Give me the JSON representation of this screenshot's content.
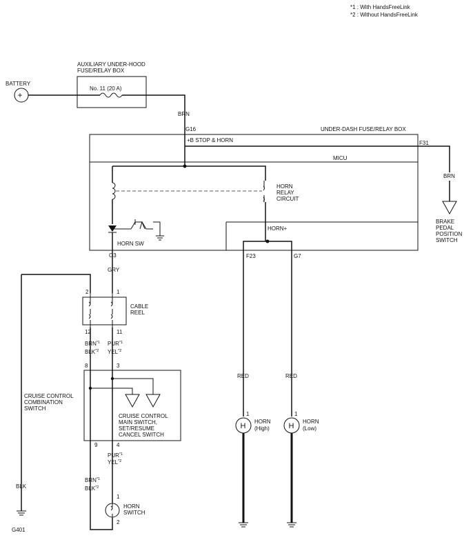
{
  "notes": {
    "note1": "*1 : With HandsFreeLink",
    "note2": "*2 : Without HandsFreeLink"
  },
  "battery": {
    "label": "BATTERY"
  },
  "aux_box": {
    "title1": "AUXILIARY UNDER-HOOD",
    "title2": "FUSE/RELAY BOX",
    "fuse": "No. 11 (20 A)"
  },
  "under_dash": {
    "title": "UNDER-DASH FUSE/RELAY BOX",
    "circuit": "+B STOP & HORN",
    "micu": "MICU",
    "relay1": "HORN",
    "relay2": "RELAY",
    "relay3": "CIRCUIT",
    "horn_plus": "HORN+",
    "horn_sw": "HORN SW"
  },
  "terminals": {
    "g16": "G16",
    "f31": "F31",
    "o3": "O3",
    "f23": "F23",
    "g7": "G7"
  },
  "wires": {
    "brn_battery": "BRN",
    "brn_brake": "BRN",
    "gry": "GRY",
    "red_high": "RED",
    "red_low": "RED",
    "blk_ground": "BLK",
    "brn1_a": "BRN",
    "blk2_a": "BLK",
    "pur1_a": "PUR",
    "yel2_a": "YEL",
    "pur1_b": "PUR",
    "yel2_b": "YEL",
    "brn1_b": "BRN",
    "blk2_b": "BLK",
    "sup1": "*1",
    "sup2": "*2"
  },
  "pins": {
    "p2": "2",
    "p1": "1",
    "p12": "12",
    "p11": "11",
    "p8": "8",
    "p3": "3",
    "p9": "9",
    "p4": "4",
    "hs1": "1",
    "hs2": "2",
    "hh1": "1",
    "hl1": "1"
  },
  "brake_switch": {
    "l1": "BRAKE",
    "l2": "PEDAL",
    "l3": "POSITION",
    "l4": "SWITCH"
  },
  "cable_reel": {
    "l1": "CABLE",
    "l2": "REEL"
  },
  "cruise_combo": {
    "l1": "CRUISE CONTROL",
    "l2": "COMBINATION",
    "l3": "SWITCH"
  },
  "cruise_main": {
    "l1": "CRUISE CONTROL",
    "l2": "MAIN SWITCH,",
    "l3": "SET/RESUME",
    "l4": "CANCEL SWITCH"
  },
  "horn_switch": {
    "l1": "HORN",
    "l2": "SWITCH"
  },
  "horn_high": {
    "l1": "HORN",
    "l2": "(High)"
  },
  "horn_low": {
    "l1": "HORN",
    "l2": "(Low)"
  },
  "ground": {
    "label": "G401"
  },
  "symbols": {
    "plus": "+",
    "horn_h": "H"
  }
}
